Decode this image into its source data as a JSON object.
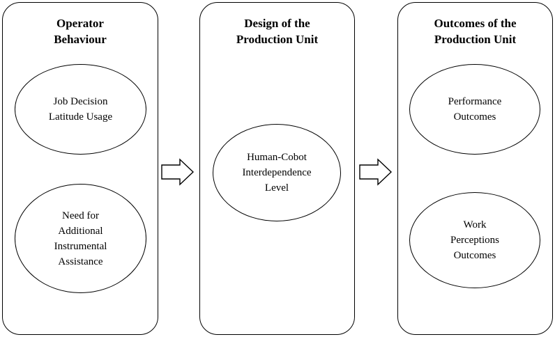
{
  "panels": [
    {
      "title_lines": [
        "Operator",
        "Behaviour"
      ],
      "nodes": [
        {
          "lines": [
            "Job Decision",
            "Latitude Usage"
          ]
        },
        {
          "lines": [
            "Need for",
            "Additional",
            "Instrumental",
            "Assistance"
          ]
        }
      ]
    },
    {
      "title_lines": [
        "Design of the",
        "Production Unit"
      ],
      "nodes": [
        {
          "lines": [
            "Human-Cobot",
            "Interdependence",
            "Level"
          ]
        }
      ]
    },
    {
      "title_lines": [
        "Outcomes of the",
        "Production Unit"
      ],
      "nodes": [
        {
          "lines": [
            "Performance",
            "Outcomes"
          ]
        },
        {
          "lines": [
            "Work",
            "Perceptions",
            "Outcomes"
          ]
        }
      ]
    }
  ],
  "arrows": [
    {
      "from": "operator-behaviour",
      "to": "design-of-production-unit"
    },
    {
      "from": "design-of-production-unit",
      "to": "outcomes-of-production-unit"
    }
  ],
  "colors": {
    "stroke": "#000000",
    "fill": "#ffffff"
  }
}
